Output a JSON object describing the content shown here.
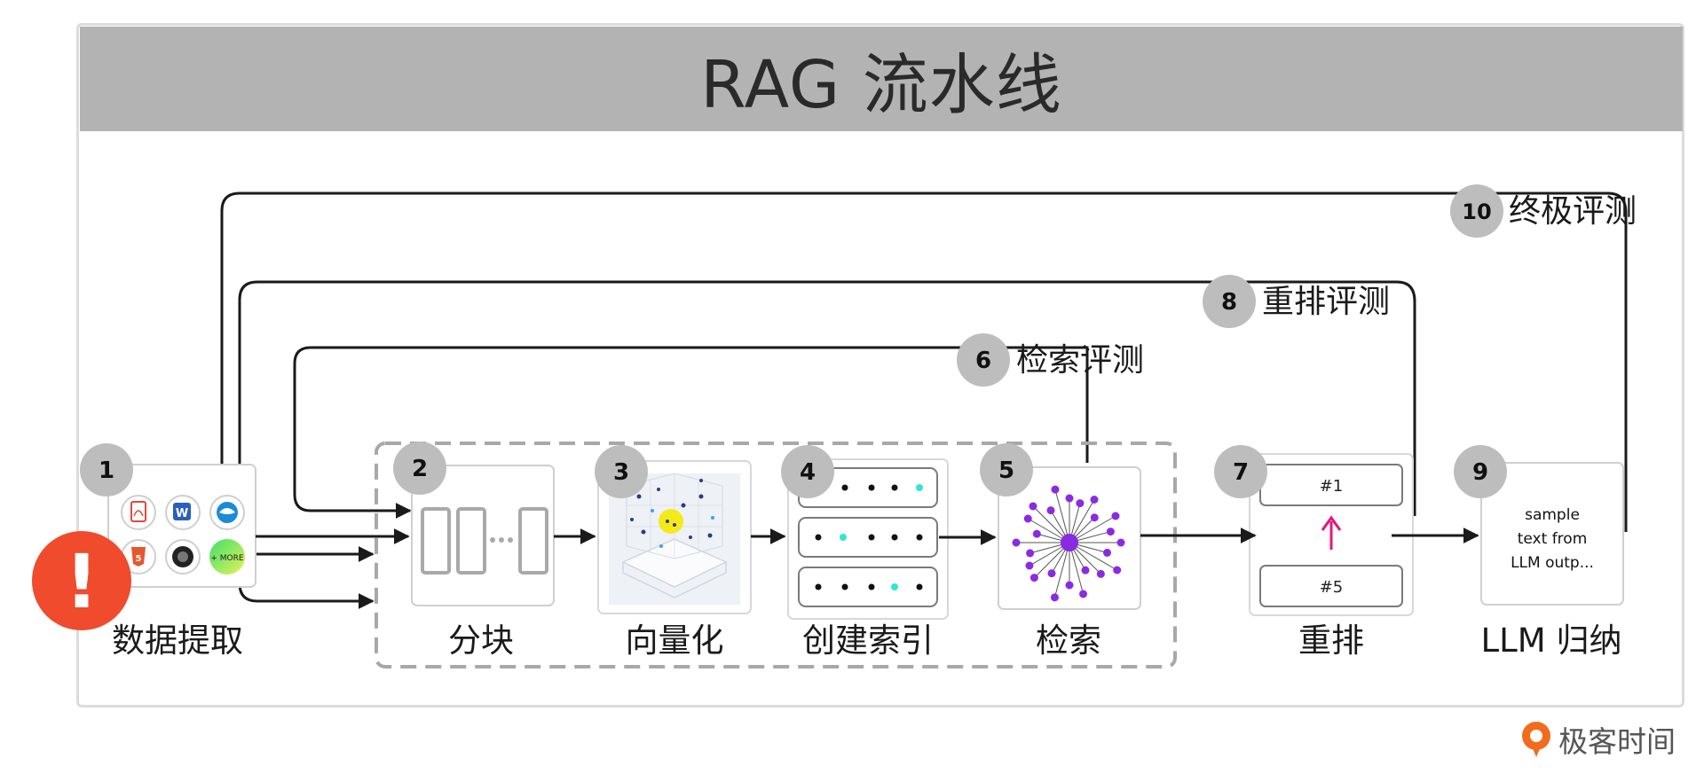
{
  "title": "RAG 流水线",
  "brand": "极客时间",
  "colors": {
    "title_bg": "#b3b3b3",
    "badge": "#bdbdbd",
    "alert": "#ef4b2c",
    "accent_cyan": "#2ee6d6",
    "accent_purple": "#8a2be2",
    "accent_pink": "#e5177a",
    "brand_orange": "#f26b1d"
  },
  "steps": [
    {
      "num": "1",
      "label": "数据提取"
    },
    {
      "num": "2",
      "label": "分块"
    },
    {
      "num": "3",
      "label": "向量化"
    },
    {
      "num": "4",
      "label": "创建索引"
    },
    {
      "num": "5",
      "label": "检索"
    },
    {
      "num": "7",
      "label": "重排"
    },
    {
      "num": "9",
      "label": "LLM 归纳"
    }
  ],
  "evaluations": [
    {
      "num": "6",
      "label": "检索评测"
    },
    {
      "num": "8",
      "label": "重排评测"
    },
    {
      "num": "10",
      "label": "终极评测"
    }
  ],
  "source_icons": [
    "pdf-icon",
    "word-icon",
    "edge-icon",
    "html5-icon",
    "github-icon",
    "more-icon"
  ],
  "more_label": "+ MORE",
  "rerank": {
    "top": "#1",
    "bottom": "#5"
  },
  "llm_output": [
    "sample",
    "text from",
    "LLM outp..."
  ],
  "alert_symbol": "!"
}
